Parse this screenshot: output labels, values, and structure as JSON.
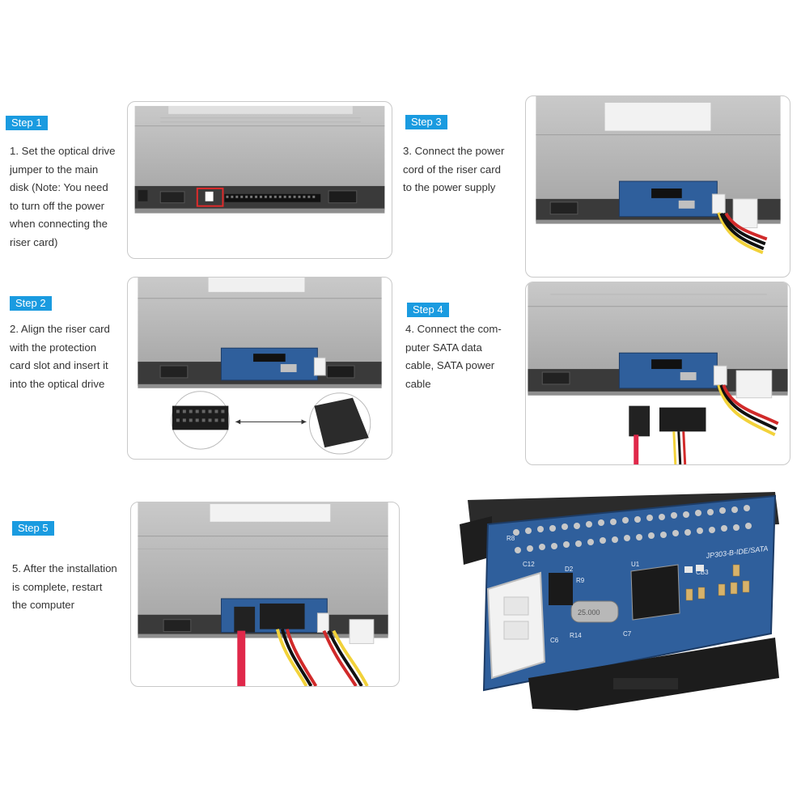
{
  "steps": [
    {
      "badge": "Step 1",
      "lines": [
        "1. Set the optical drive",
        "jumper to the main",
        "disk (Note: You need",
        "to turn off the power",
        "when connecting the",
        "riser card)"
      ]
    },
    {
      "badge": "Step 2",
      "lines": [
        "2. Align the riser card",
        "with the protection",
        "card slot and insert it",
        "into the optical drive"
      ]
    },
    {
      "badge": "Step 3",
      "lines": [
        "3. Connect the power",
        "cord of the riser card",
        "to the power supply"
      ]
    },
    {
      "badge": "Step 4",
      "lines": [
        "4. Connect the com-",
        "puter SATA data",
        "cable, SATA power",
        "cable"
      ]
    },
    {
      "badge": "Step 5",
      "lines": [
        "5. After the installation",
        "is complete, restart",
        "the computer"
      ]
    }
  ],
  "board_labels": {
    "model": "JP303-B-IDE/SATA",
    "r8": "R8",
    "c12": "C12",
    "d2": "D2",
    "r9": "R9",
    "u1": "U1",
    "cb3": "CB3",
    "r14": "R14",
    "c7": "C7",
    "c6": "C6",
    "crystal": "25.000"
  },
  "colors": {
    "badge": "#1a9be0",
    "text": "#333333",
    "frame_border": "#c9c9c9",
    "pcb_blue": "#2f5f9c",
    "highlight_red": "#e02b2b"
  }
}
